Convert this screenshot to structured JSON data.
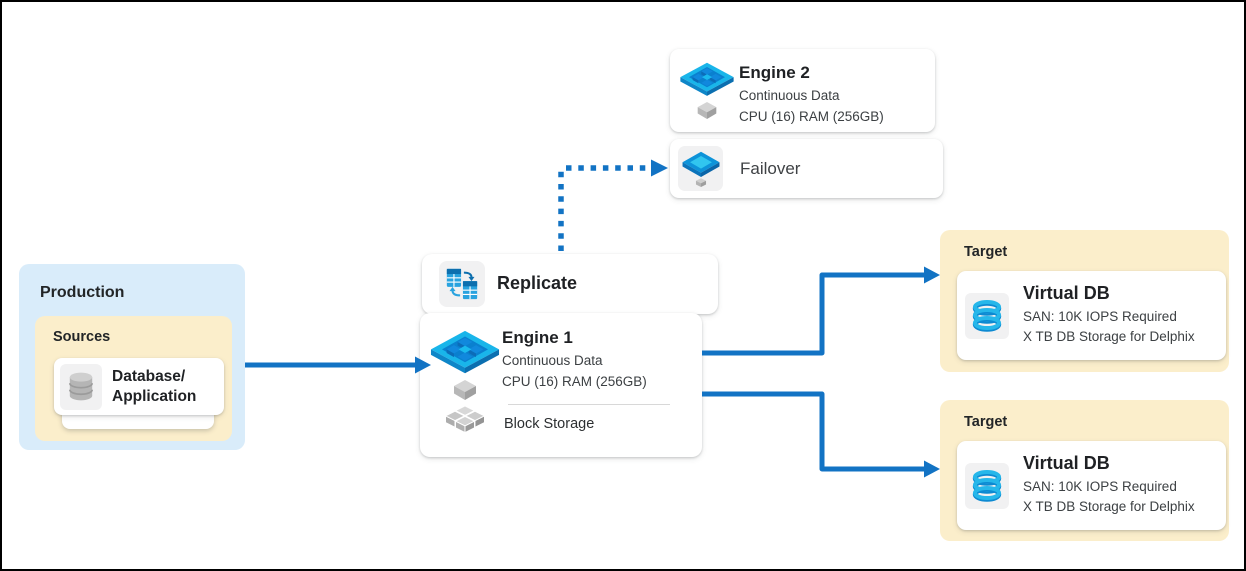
{
  "diagram": {
    "engine2": {
      "title": "Engine 2",
      "spec1": "Continuous Data",
      "spec2": "CPU (16) RAM (256GB)"
    },
    "failover": {
      "label": "Failover"
    },
    "production": {
      "title": "Production",
      "sources_title": "Sources",
      "source_line1": "Database/",
      "source_line2": "Application"
    },
    "replicate": {
      "label": "Replicate"
    },
    "engine1": {
      "title": "Engine 1",
      "spec1": "Continuous Data",
      "spec2": "CPU (16) RAM (256GB)",
      "storage": "Block Storage"
    },
    "targets": [
      {
        "title": "Target",
        "db_title": "Virtual DB",
        "spec1": "SAN: 10K IOPS Required",
        "spec2": "X TB DB Storage for Delphix"
      },
      {
        "title": "Target",
        "db_title": "Virtual DB",
        "spec1": "SAN: 10K IOPS Required",
        "spec2": "X TB DB Storage for Delphix"
      }
    ],
    "colors": {
      "arrow_blue": "#1273c4",
      "production_bg": "#d9ecfa",
      "group_bg": "#fbeecb",
      "engine_cyan": "#19b5ea",
      "icon_square_bg": "#f1f1f2"
    }
  }
}
